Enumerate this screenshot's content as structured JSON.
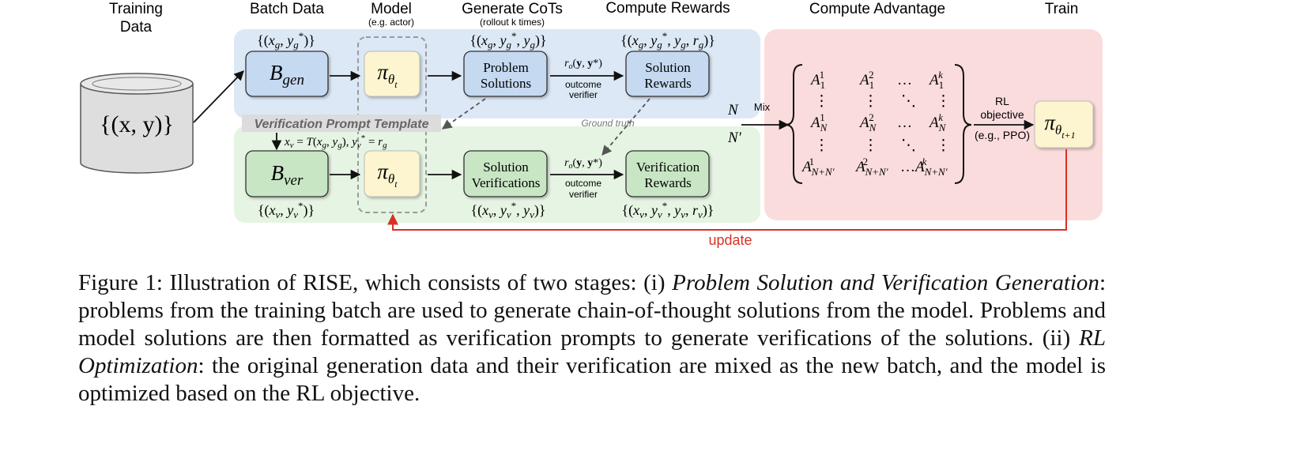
{
  "headers": {
    "training_data": [
      "Training",
      "Data"
    ],
    "batch_data": "Batch Data",
    "model": "Model",
    "model_sub": "(e.g. actor)",
    "generate_cots": "Generate CoTs",
    "generate_cots_sub": "(rollout k times)",
    "compute_rewards": "Compute Rewards",
    "compute_advantage": "Compute Advantage",
    "train": "Train"
  },
  "nodes": {
    "training_data": "{(x, y)}",
    "b_gen": {
      "main": "B",
      "sub": "gen"
    },
    "b_ver": {
      "main": "B",
      "sub": "ver"
    },
    "policy": {
      "main": "π",
      "sub": "θ",
      "subsub": "t"
    },
    "policy_next": {
      "main": "π",
      "sub": "θ",
      "subsub": "t+1"
    },
    "problem_solutions": [
      "Problem",
      "Solutions"
    ],
    "solution_rewards": [
      "Solution",
      "Rewards"
    ],
    "solution_verifications": [
      "Solution",
      "Verifications"
    ],
    "verification_rewards": [
      "Verification",
      "Rewards"
    ]
  },
  "set_labels": {
    "b_gen_top": "{(x_g, y_g*)}",
    "gen_cots_top": "{(x_g, y_g*, y_g)}",
    "gen_rewards_top": "{(x_g, y_g*, y_g, r_g)}",
    "b_ver_bottom": "{(x_v, y_v*)}",
    "ver_cots_bottom": "{(x_v, y_v*, y_v)}",
    "ver_rewards_bottom": "{(x_v, y_v*, y_v, r_v)}"
  },
  "edge_labels": {
    "reward_fn": "r_o(y, y*)",
    "outcome_verifier": [
      "outcome",
      "verifier"
    ],
    "ground_truth": "Ground truth",
    "template": "Verification Prompt Template",
    "template_formula": "x_v = T(x_g, y_g), y_v* = r_g",
    "mix": "Mix",
    "n": "N",
    "n_prime": "N′",
    "rl_objective": [
      "RL",
      "objective",
      "(e.g., PPO)"
    ],
    "update": "update"
  },
  "matrix": {
    "rows": [
      [
        "A_1^1",
        "A_1^2",
        "…",
        "A_1^k"
      ],
      [
        "⋮",
        "⋮",
        "⋱",
        "⋮"
      ],
      [
        "A_N^1",
        "A_N^2",
        "…",
        "A_N^k"
      ],
      [
        "⋮",
        "⋮",
        "⋱",
        "⋮"
      ],
      [
        "A_{N+N′}^1",
        "A_{N+N′}^2",
        "…",
        "A_{N+N′}^k"
      ]
    ]
  },
  "caption": {
    "p1": "Figure 1: Illustration of RISE, which consists of two stages: (i) ",
    "i1": "Problem Solution and Verification Generation",
    "p2": ": problems from the training batch are used to generate chain-of-thought solutions from the model. Problems and model solutions are then formatted as verification prompts to generate verifications of the solutions. (ii) ",
    "i2": "RL Optimization",
    "p3": ": the original generation data and their verification are mixed as the new batch, and the model is optimized based on the RL objective."
  },
  "colors": {
    "gen_panel": "#dce8f5",
    "ver_panel": "#e6f4e3",
    "adv_panel": "#fbdcdc",
    "blue_box": "#c5d9f0",
    "green_box": "#c8e6c4",
    "yellow_box": "#fdf5cf",
    "update_arrow": "#d93025",
    "dashed_gray": "#9a9a9a"
  }
}
